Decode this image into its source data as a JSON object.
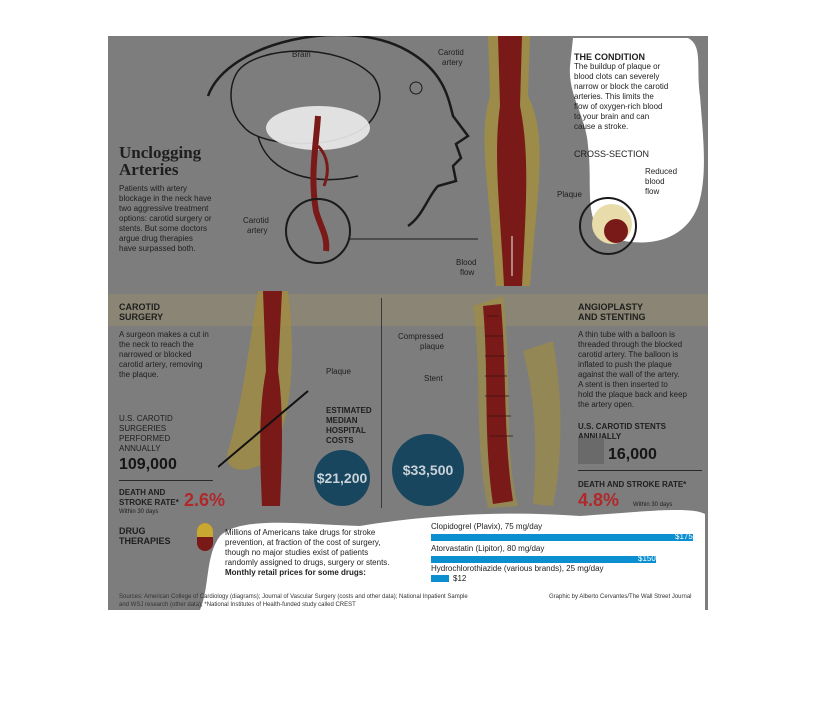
{
  "title": "Unclogging Arteries",
  "intro": [
    "Patients with artery",
    "blockage in the neck have",
    "two aggressive treatment",
    "options: carotid surgery or",
    "stents. But some doctors",
    "argue drug therapies",
    "have surpassed both."
  ],
  "top_labels": {
    "brain": "Brain",
    "carotid_artery_left": [
      "Carotid",
      "artery"
    ],
    "carotid_artery_top": [
      "Carotid",
      "artery"
    ],
    "plaque": "Plaque",
    "blood_flow": [
      "Blood",
      "flow"
    ]
  },
  "condition": {
    "heading": "THE CONDITION",
    "text": [
      "The buildup of plaque or",
      "blood clots can severely",
      "narrow or block the carotid",
      "arteries. This limits the",
      "flow of oxygen-rich blood",
      "to your brain and can",
      "cause a stroke."
    ],
    "cross_section": "CROSS-SECTION",
    "reduced": [
      "Reduced",
      "blood",
      "flow"
    ]
  },
  "surgery": {
    "heading": [
      "CAROTID",
      "SURGERY"
    ],
    "text": [
      "A surgeon makes a cut in",
      "the neck to reach the",
      "narrowed or blocked",
      "carotid artery, removing",
      "the plaque."
    ],
    "plaque_label": "Plaque",
    "count_label": [
      "U.S. CAROTID",
      "SURGERIES",
      "PERFORMED",
      "ANNUALLY"
    ],
    "count_value": "109,000",
    "death_label": [
      "DEATH AND",
      "STROKE RATE*"
    ],
    "death_sub": "Within 30 days",
    "death_value": "2.6%"
  },
  "costs": {
    "label": [
      "ESTIMATED",
      "MEDIAN",
      "HOSPITAL",
      "COSTS"
    ],
    "surgery_cost": "$21,200",
    "stent_cost": "$33,500"
  },
  "stenting": {
    "heading": [
      "ANGIOPLASTY",
      "AND STENTING"
    ],
    "compressed": [
      "Compressed",
      "plaque"
    ],
    "stent_label": "Stent",
    "text": [
      "A thin tube with a balloon is",
      "threaded through the blocked",
      "carotid artery. The balloon is",
      "inflated to push the plaque",
      "against the wall of the artery.",
      "A stent is then inserted to",
      "hold the plaque back and keep",
      "the artery open."
    ],
    "count_label": "U.S. CAROTID STENTS ANNUALLY",
    "count_value": "16,000",
    "death_label": "DEATH AND STROKE RATE*",
    "death_sub": "Within 30 days",
    "death_value": "4.8%"
  },
  "drugs": {
    "heading": [
      "DRUG",
      "THERAPIES"
    ],
    "text": [
      "Millions of Americans take drugs for stroke",
      "prevention, at fraction of the cost of surgery,",
      "though no major studies exist of patients",
      "randomly assigned to drugs, surgery or stents."
    ],
    "prices_label": "Monthly retail prices for some drugs:",
    "items": [
      {
        "name": "Clopidogrel (Plavix), 75 mg/day",
        "label": "$175",
        "value": 175
      },
      {
        "name": "Atorvastatin (Lipitor), 80 mg/day",
        "label": "$150",
        "value": 150
      },
      {
        "name": "Hydrochlorothiazide (various brands), 25 mg/day",
        "label": "$12",
        "value": 12
      }
    ]
  },
  "sources": [
    "Sources: American College of Cardiology (diagrams); Journal of Vascular Surgery (costs and other data); National Inpatient Sample",
    "and WSJ research (other data); *National Institutes of Health-funded study called CREST"
  ],
  "credit": "Graphic by Alberto Cervantes/The Wall Street Journal",
  "colors": {
    "artery": "#7a1a18",
    "plaque": "#a48e3c",
    "cost_circle": "#18465e",
    "bar": "#0c8fd0",
    "rate": "#b0282b"
  }
}
